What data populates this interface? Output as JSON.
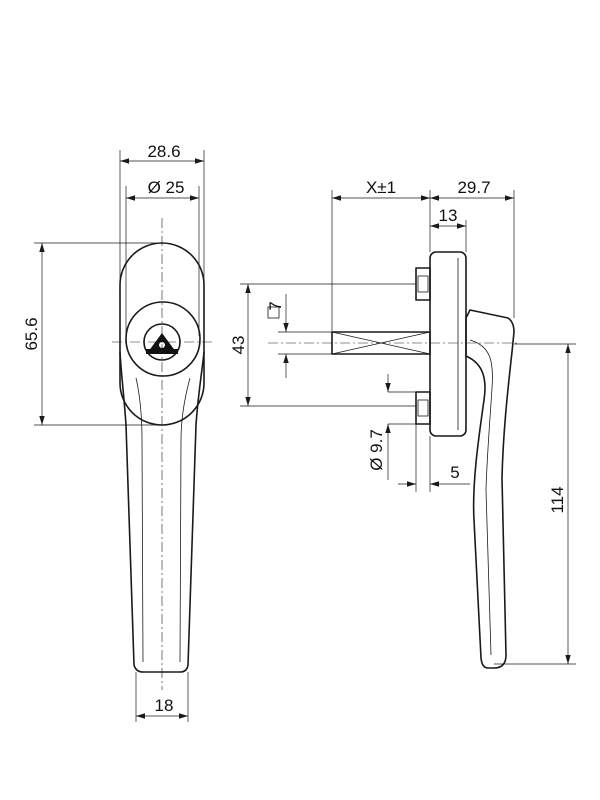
{
  "dimensions": {
    "top_outer_width": "28.6",
    "top_inner_diameter": "Ø 25",
    "rosette_height": "65.6",
    "grip_bottom_width": "18",
    "spindle_length": "X±1",
    "projection": "29.7",
    "base_thickness": "13",
    "spindle_square": "7",
    "screw_spacing": "43",
    "screw_diameter": "Ø 9.7",
    "screw_offset": "5",
    "handle_length": "114"
  }
}
